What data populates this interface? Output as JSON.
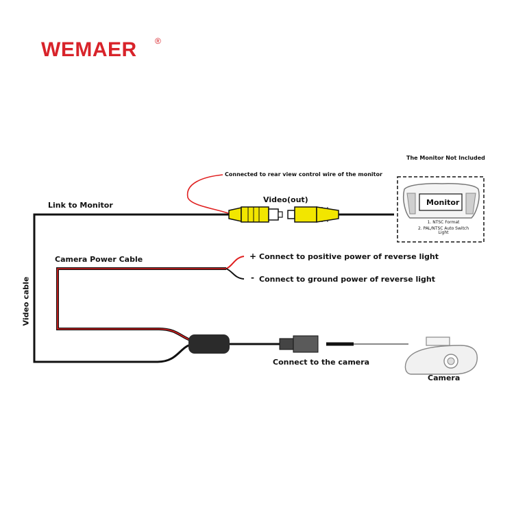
{
  "brand": {
    "name": "WEMAER",
    "registered_mark": "®",
    "color": "#d8232a"
  },
  "labels": {
    "link_to_monitor": "Link to Monitor",
    "video_cable": "Video cable",
    "camera_power_cable": "Camera Power Cable",
    "video_out": "Video(out)",
    "control_wire_note": "Connected to rear view control wire of the monitor",
    "connect_to_camera": "Connect to the camera",
    "camera": "Camera"
  },
  "power": {
    "positive_sign": "+",
    "positive_text": "Connect to positive power of reverse light",
    "negative_sign": "-",
    "negative_text": "Connect to ground power of reverse light"
  },
  "monitor": {
    "not_included": "The Monitor Not Included",
    "title": "Monitor",
    "note_1": "1. NTSC Format",
    "note_2": "2. PAL/NTSC Auto Switch Light"
  },
  "colors": {
    "wire": "#111111",
    "red_wire": "#e02020",
    "rca_yellow": "#f2e600",
    "connector": "#3a3a3a"
  }
}
